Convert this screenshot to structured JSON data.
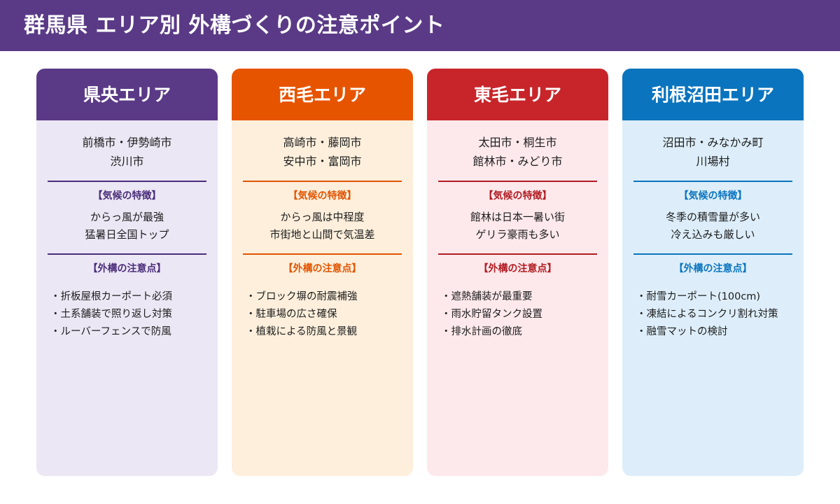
{
  "banner": {
    "title": "群馬県 エリア別 外構づくりの注意ポイント",
    "bg_color": "#5a3a86",
    "text_color": "#ffffff"
  },
  "labels": {
    "climate": "【気候の特徴】",
    "tips": "【外構の注意点】"
  },
  "cards": [
    {
      "title": "県央エリア",
      "header_color": "#5a3a86",
      "body_color": "#ece7f5",
      "accent_color": "#4a2d7a",
      "cities": [
        "前橋市・伊勢崎市",
        "渋川市"
      ],
      "climate_label": "【気候の特徴】",
      "climate": [
        "からっ風が最強",
        "猛暑日全国トップ"
      ],
      "tips_label": "【外構の注意点】",
      "tips": [
        "・折板屋根カーポート必須",
        "・土系舗装で照り返し対策",
        "・ルーバーフェンスで防風"
      ]
    },
    {
      "title": "西毛エリア",
      "header_color": "#e75400",
      "body_color": "#fdefdc",
      "accent_color": "#e05400",
      "cities": [
        "高崎市・藤岡市",
        "安中市・富岡市"
      ],
      "climate_label": "【気候の特徴】",
      "climate": [
        "からっ風は中程度",
        "市街地と山間で気温差"
      ],
      "tips_label": "【外構の注意点】",
      "tips": [
        "・ブロック塀の耐震補強",
        "・駐車場の広さ確保",
        "・植栽による防風と景観"
      ]
    },
    {
      "title": "東毛エリア",
      "header_color": "#c8252a",
      "body_color": "#fde9ec",
      "accent_color": "#b01c22",
      "cities": [
        "太田市・桐生市",
        "館林市・みどり市"
      ],
      "climate_label": "【気候の特徴】",
      "climate": [
        "館林は日本一暑い街",
        "ゲリラ豪雨も多い"
      ],
      "tips_label": "【外構の注意点】",
      "tips": [
        "・遮熱舗装が最重要",
        "・雨水貯留タンク設置",
        "・排水計画の徹底"
      ]
    },
    {
      "title": "利根沼田エリア",
      "header_color": "#0a74be",
      "body_color": "#ddeefa",
      "accent_color": "#0a74be",
      "cities": [
        "沼田市・みなかみ町",
        "川場村"
      ],
      "climate_label": "【気候の特徴】",
      "climate": [
        "冬季の積雪量が多い",
        "冷え込みも厳しい"
      ],
      "tips_label": "【外構の注意点】",
      "tips": [
        "・耐雪カーポート(100cm)",
        "・凍結によるコンクリ割れ対策",
        "・融雪マットの検討"
      ]
    }
  ]
}
